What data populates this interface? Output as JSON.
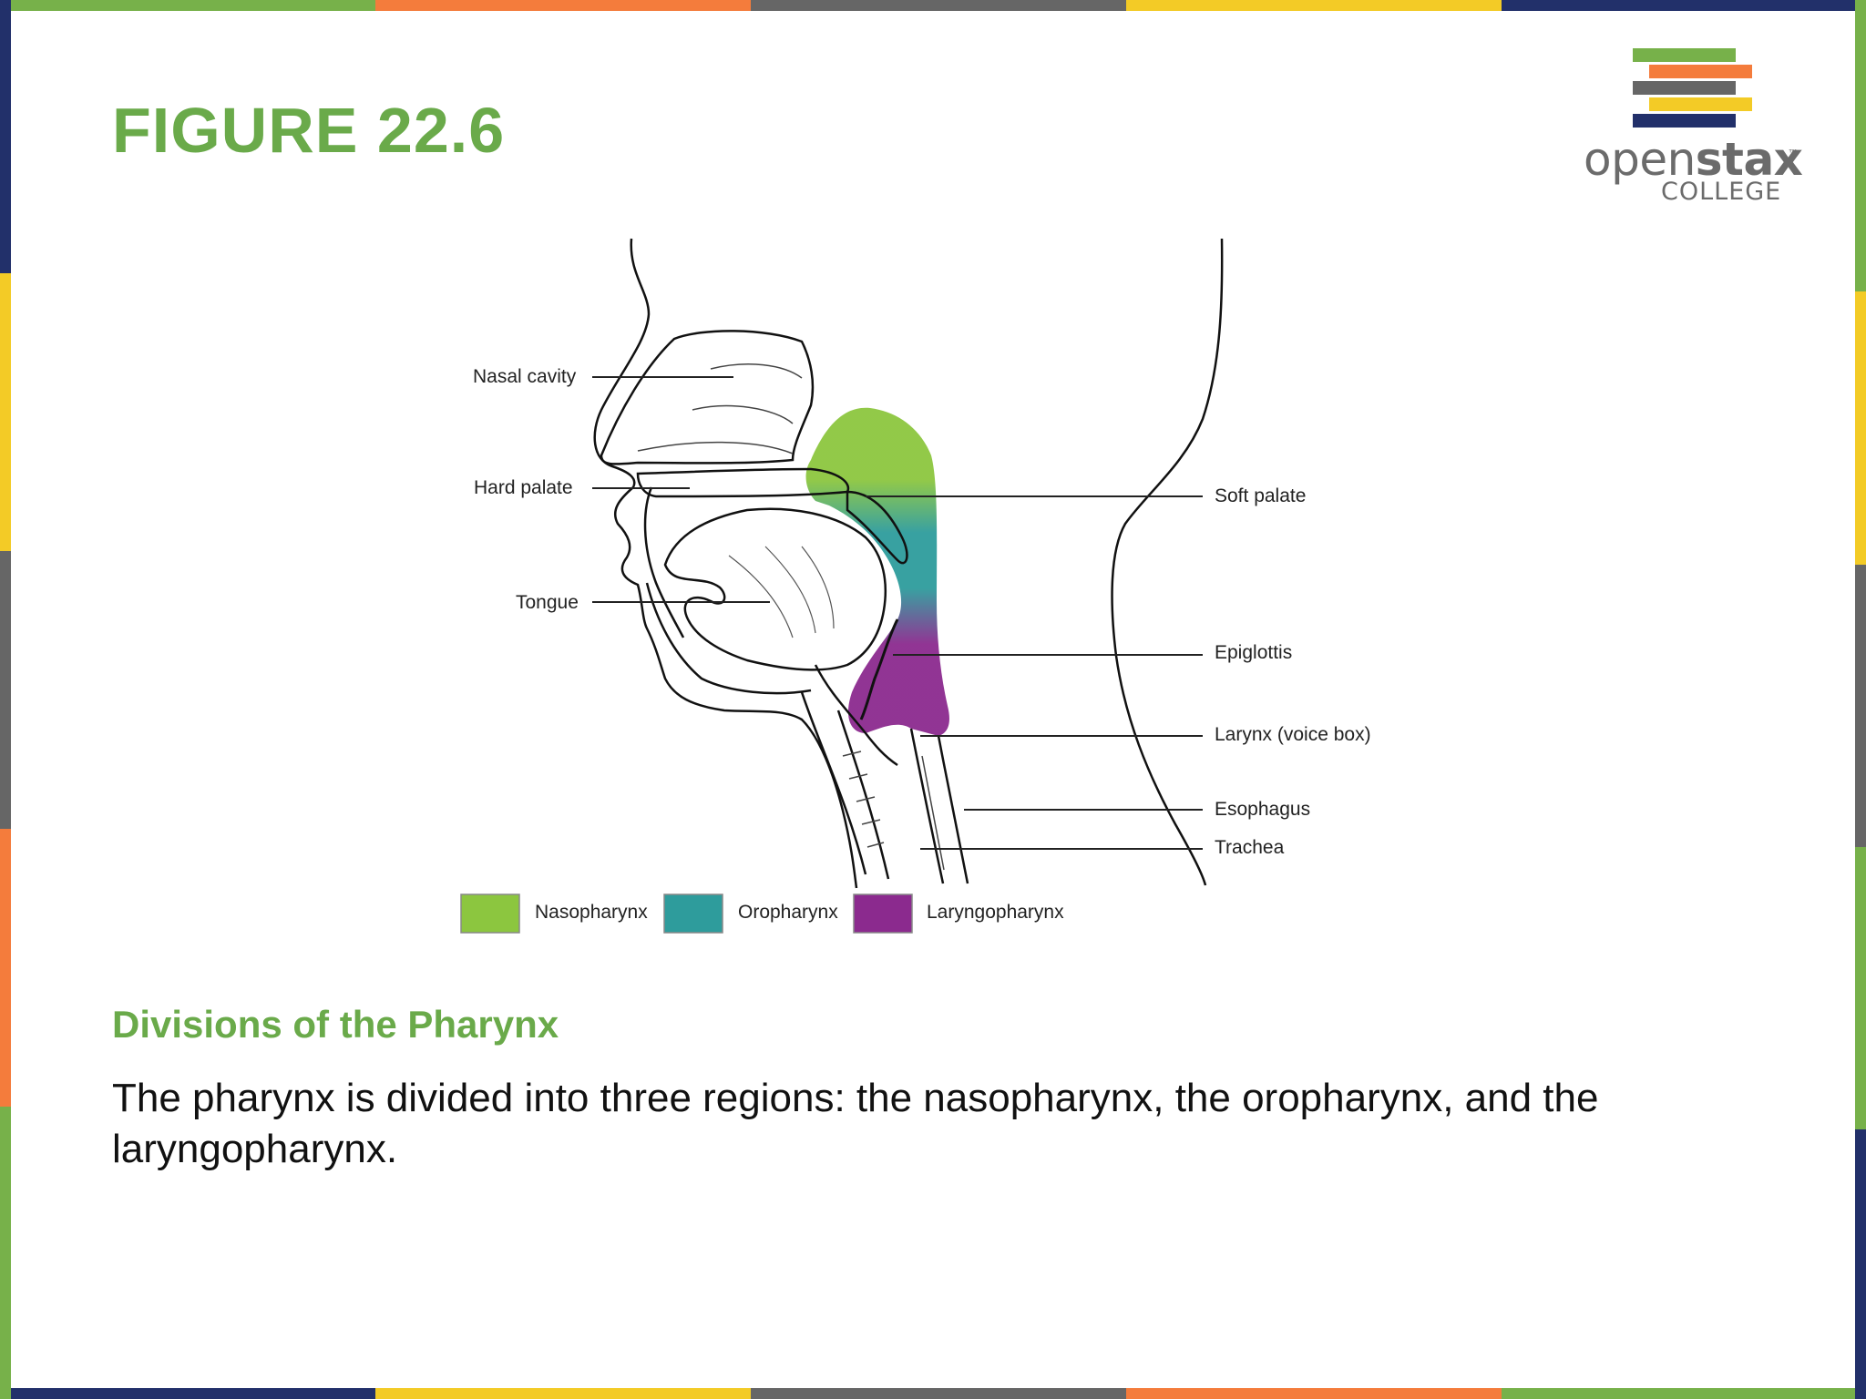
{
  "slide": {
    "title": "FIGURE 22.6",
    "caption_title": "Divisions of the Pharynx",
    "caption_body": "The pharynx is divided into three regions: the nasopharynx, the oropharynx, and the laryngopharynx.",
    "title_color": "#6aaa4a"
  },
  "logo": {
    "word_light": "open",
    "word_bold": "stax",
    "trademark": "™",
    "sub": "COLLEGE",
    "bar_colors": [
      "#77b14a",
      "#f47c3c",
      "#666666",
      "#f3cb26",
      "#22306a"
    ]
  },
  "border": {
    "colors": [
      "#77b14a",
      "#f47c3c",
      "#666666",
      "#f3cb26",
      "#22306a"
    ]
  },
  "diagram": {
    "labels": {
      "nasal_cavity": "Nasal cavity",
      "hard_palate": "Hard palate",
      "tongue": "Tongue",
      "soft_palate": "Soft palate",
      "epiglottis": "Epiglottis",
      "larynx": "Larynx (voice box)",
      "esophagus": "Esophagus",
      "trachea": "Trachea"
    },
    "legend": [
      {
        "label": "Nasopharynx",
        "color": "#8cc63f"
      },
      {
        "label": "Oropharynx",
        "color": "#2e9c9c"
      },
      {
        "label": "Laryngopharynx",
        "color": "#8b2a8e"
      }
    ]
  }
}
